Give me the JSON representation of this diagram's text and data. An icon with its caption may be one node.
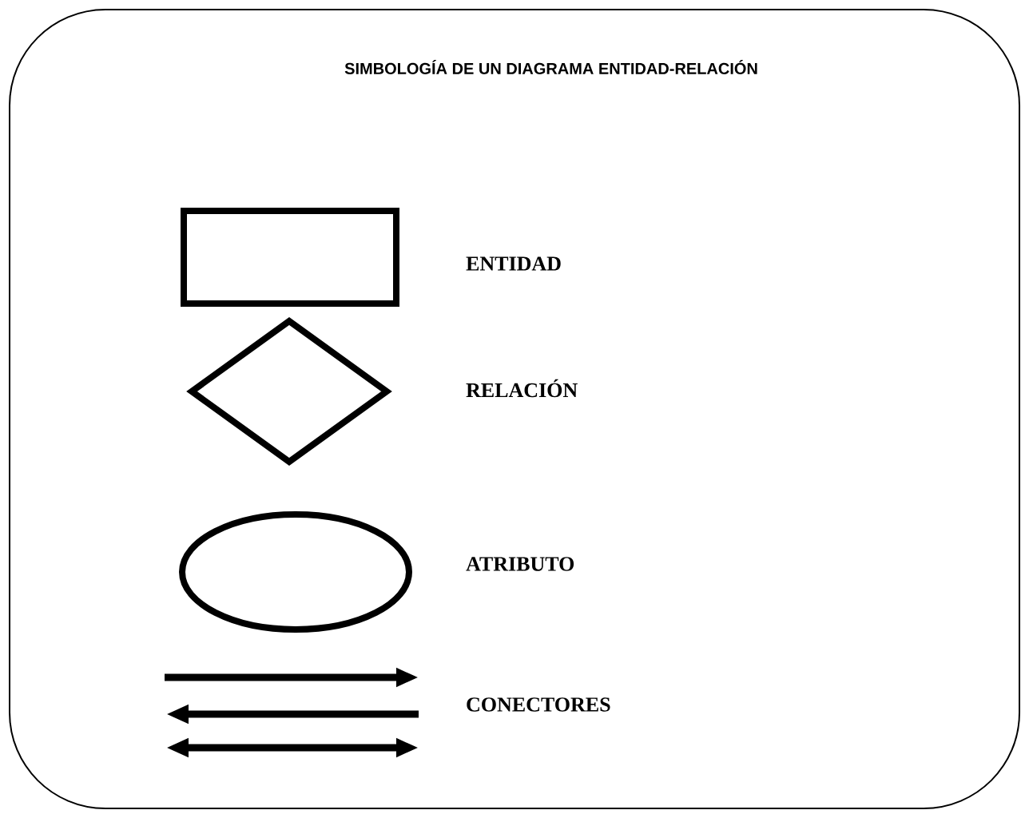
{
  "diagram": {
    "title": "SIMBOLOGÍA DE UN DIAGRAMA ENTIDAD-RELACIÓN",
    "legend": [
      {
        "text": "ENTIDAD"
      },
      {
        "text": "RELACIÓN"
      },
      {
        "text": "ATRIBUTO"
      },
      {
        "text": "CONECTORES"
      }
    ]
  }
}
